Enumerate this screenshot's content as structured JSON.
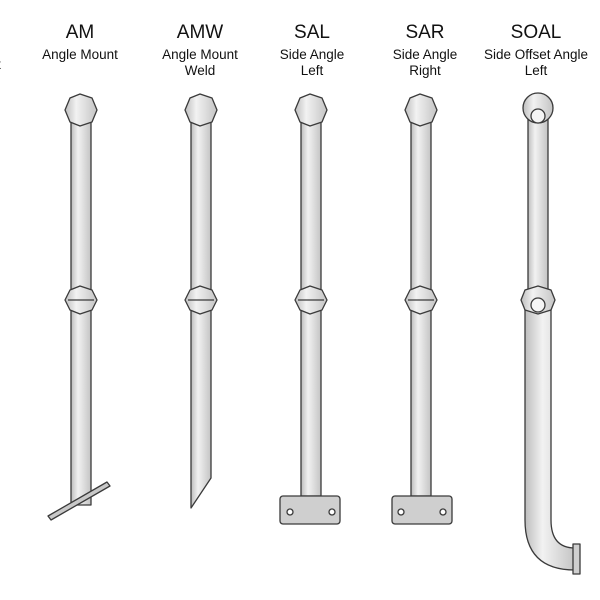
{
  "cutoff_fragment": "t",
  "posts": [
    {
      "code": "AM",
      "line1": "Angle Mount",
      "line2": ""
    },
    {
      "code": "AMW",
      "line1": "Angle Mount",
      "line2": "Weld"
    },
    {
      "code": "SAL",
      "line1": "Side Angle",
      "line2": "Left"
    },
    {
      "code": "SAR",
      "line1": "Side Angle",
      "line2": "Right"
    },
    {
      "code": "SOAL",
      "line1": "Side Offset Angle",
      "line2": "Left"
    }
  ],
  "colors": {
    "fill": "#d7d7d7",
    "highlight": "#f2f2f2",
    "stroke": "#3a3a3a"
  }
}
